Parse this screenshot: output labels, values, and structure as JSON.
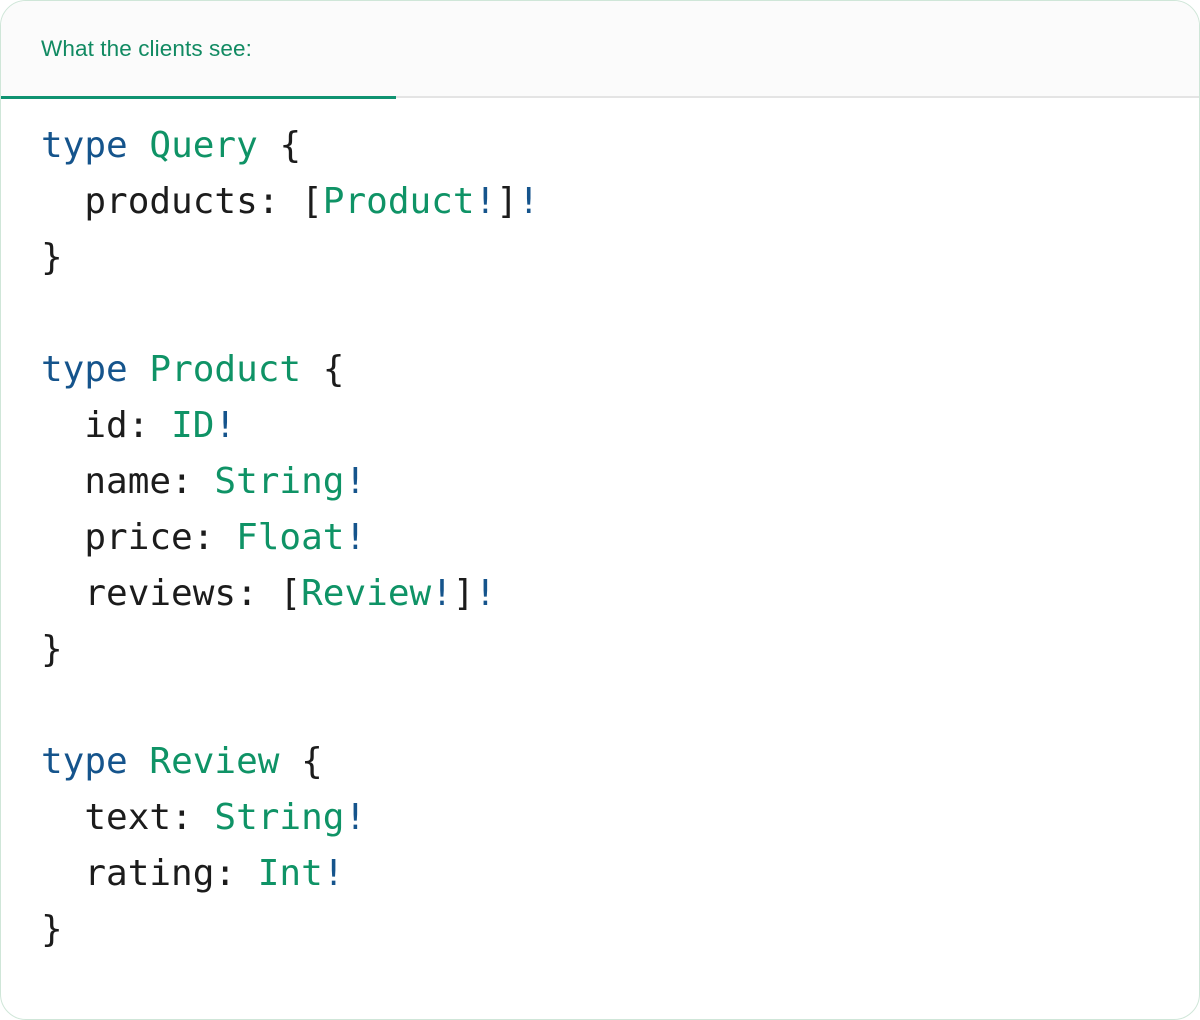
{
  "panel": {
    "accent_green": "#0f9371",
    "header_bg": "#fbfbfb",
    "body_bg": "#ffffff",
    "border_color": "#cfe6d8"
  },
  "header": {
    "tab_label": "What the clients see:",
    "tab_active": true
  },
  "syntax_colors": {
    "keyword": "#15548c",
    "typename": "#0f9366",
    "field": "#1c1c1c",
    "punctuation": "#1c1c1c",
    "non_null_bang": "#15548c"
  },
  "code": {
    "language": "graphql",
    "lines": [
      {
        "indent": 0,
        "tokens": [
          {
            "t": "type",
            "c": "keyword"
          },
          {
            "t": " ",
            "c": "punct"
          },
          {
            "t": "Query",
            "c": "typename"
          },
          {
            "t": " {",
            "c": "punct"
          }
        ]
      },
      {
        "indent": 1,
        "tokens": [
          {
            "t": "products: ",
            "c": "field"
          },
          {
            "t": "[",
            "c": "punct"
          },
          {
            "t": "Product",
            "c": "typename"
          },
          {
            "t": "!",
            "c": "bang"
          },
          {
            "t": "]",
            "c": "punct"
          },
          {
            "t": "!",
            "c": "bang"
          }
        ]
      },
      {
        "indent": 0,
        "tokens": [
          {
            "t": "}",
            "c": "punct"
          }
        ]
      },
      {
        "indent": 0,
        "tokens": []
      },
      {
        "indent": 0,
        "tokens": [
          {
            "t": "type",
            "c": "keyword"
          },
          {
            "t": " ",
            "c": "punct"
          },
          {
            "t": "Product",
            "c": "typename"
          },
          {
            "t": " {",
            "c": "punct"
          }
        ]
      },
      {
        "indent": 1,
        "tokens": [
          {
            "t": "id: ",
            "c": "field"
          },
          {
            "t": "ID",
            "c": "typename"
          },
          {
            "t": "!",
            "c": "bang"
          }
        ]
      },
      {
        "indent": 1,
        "tokens": [
          {
            "t": "name: ",
            "c": "field"
          },
          {
            "t": "String",
            "c": "typename"
          },
          {
            "t": "!",
            "c": "bang"
          }
        ]
      },
      {
        "indent": 1,
        "tokens": [
          {
            "t": "price: ",
            "c": "field"
          },
          {
            "t": "Float",
            "c": "typename"
          },
          {
            "t": "!",
            "c": "bang"
          }
        ]
      },
      {
        "indent": 1,
        "tokens": [
          {
            "t": "reviews: ",
            "c": "field"
          },
          {
            "t": "[",
            "c": "punct"
          },
          {
            "t": "Review",
            "c": "typename"
          },
          {
            "t": "!",
            "c": "bang"
          },
          {
            "t": "]",
            "c": "punct"
          },
          {
            "t": "!",
            "c": "bang"
          }
        ]
      },
      {
        "indent": 0,
        "tokens": [
          {
            "t": "}",
            "c": "punct"
          }
        ]
      },
      {
        "indent": 0,
        "tokens": []
      },
      {
        "indent": 0,
        "tokens": [
          {
            "t": "type",
            "c": "keyword"
          },
          {
            "t": " ",
            "c": "punct"
          },
          {
            "t": "Review",
            "c": "typename"
          },
          {
            "t": " {",
            "c": "punct"
          }
        ]
      },
      {
        "indent": 1,
        "tokens": [
          {
            "t": "text: ",
            "c": "field"
          },
          {
            "t": "String",
            "c": "typename"
          },
          {
            "t": "!",
            "c": "bang"
          }
        ]
      },
      {
        "indent": 1,
        "tokens": [
          {
            "t": "rating: ",
            "c": "field"
          },
          {
            "t": "Int",
            "c": "typename"
          },
          {
            "t": "!",
            "c": "bang"
          }
        ]
      },
      {
        "indent": 0,
        "tokens": [
          {
            "t": "}",
            "c": "punct"
          }
        ]
      }
    ]
  }
}
